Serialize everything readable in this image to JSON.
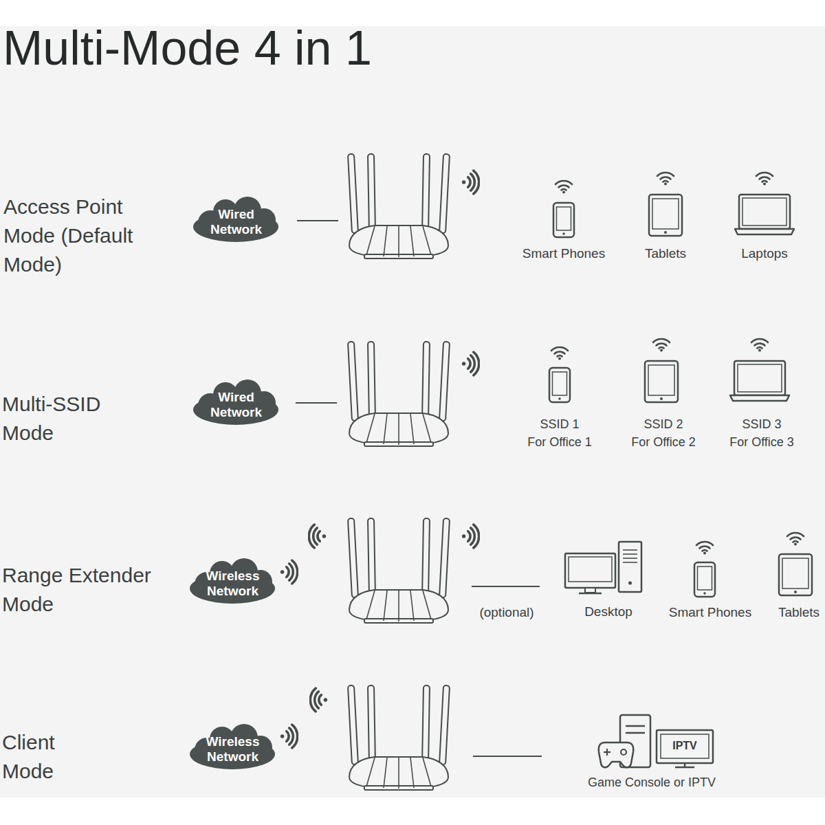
{
  "diagram": {
    "title": "Multi-Mode 4 in 1",
    "nodes": [
      {
        "text": [
          "Wired Network"
        ]
      },
      {
        "text": [
          "Wired Network"
        ]
      },
      {
        "text": [
          "Wireless Network"
        ]
      },
      {
        "text": [
          "Wireless Network"
        ]
      }
    ],
    "labels": [
      "Access Point Mode (Default Mode)",
      "Smart Phones",
      "Tablets",
      "Laptops",
      "Multi-SSID Mode",
      "SSID 1",
      "For Office 1",
      "SSID 2",
      "For Office 2",
      "SSID 3",
      "For Office 3",
      "Range Extender Mode",
      "(optional)",
      "Desktop",
      "Smart Phones",
      "Tablets",
      "Client Mode",
      "IPTV",
      "Game Console or IPTV"
    ]
  }
}
